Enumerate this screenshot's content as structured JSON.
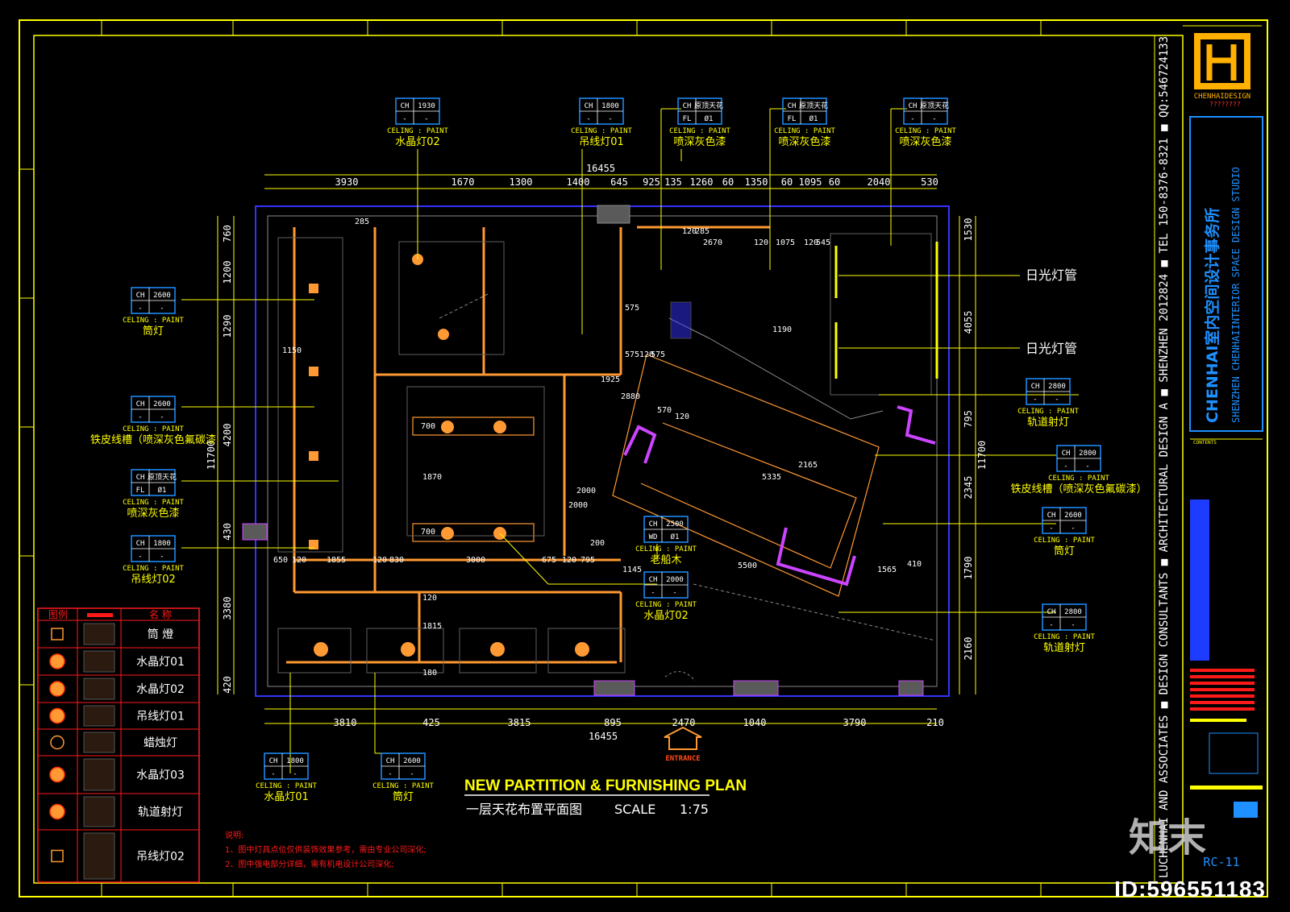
{
  "plan": {
    "title_en": "NEW PARTITION & FURNISHING PLAN",
    "title_cn": "一层天花布置平面图",
    "scale_label": "SCALE",
    "scale_value": "1:75",
    "entrance": "ENTRANCE",
    "sheet_no": "RC-11",
    "image_id": "ID:596551183",
    "watermark_logo": "知末"
  },
  "dimensions": {
    "top_total": "16455",
    "top_segments": [
      "3930",
      "1670",
      "1300",
      "1400",
      "645",
      "925",
      "135",
      "1260",
      "60",
      "1350",
      "60",
      "1095",
      "60",
      "2040",
      "530"
    ],
    "bottom_total": "16455",
    "bottom_segments": [
      "3810",
      "425",
      "3815",
      "895",
      "2470",
      "1040",
      "3790",
      "210"
    ],
    "left_total": "11700",
    "left_segments": [
      "760",
      "1200",
      "1290",
      "4200",
      "430",
      "3380",
      "420"
    ],
    "right_total": "11700",
    "right_segments": [
      "1530",
      "4055",
      "795",
      "2345",
      "1790",
      "2160"
    ],
    "inner": [
      "2670",
      "120",
      "1075",
      "120",
      "545",
      "575",
      "575",
      "120",
      "575",
      "1925",
      "1150",
      "2880",
      "570",
      "120",
      "5335",
      "2165",
      "2000",
      "200",
      "650",
      "120",
      "1855",
      "120",
      "830",
      "3000",
      "675",
      "120",
      "795",
      "1145",
      "5500",
      "1565",
      "410",
      "1190",
      "285",
      "120",
      "285",
      "120",
      "1815",
      "1870",
      "2000",
      "700",
      "700",
      "180"
    ]
  },
  "tags": [
    {
      "ch": "CH",
      "h": "1930",
      "fl": "-",
      "v": "-",
      "note": "CELING : PAINT",
      "name": "水晶灯02"
    },
    {
      "ch": "CH",
      "h": "1800",
      "fl": "-",
      "v": "-",
      "note": "CELING : PAINT",
      "name": "吊线灯01"
    },
    {
      "ch": "CH",
      "h": "原顶天花",
      "fl": "FL",
      "v": "Ø1",
      "note": "CELING : PAINT",
      "name": "喷深灰色漆"
    },
    {
      "ch": "CH",
      "h": "原顶天花",
      "fl": "FL",
      "v": "Ø1",
      "note": "CELING : PAINT",
      "name": "喷深灰色漆"
    },
    {
      "ch": "CH",
      "h": "原顶天花",
      "fl": "-",
      "v": "-",
      "note": "CELING : PAINT",
      "name": "喷深灰色漆"
    },
    {
      "ch": "CH",
      "h": "2600",
      "fl": "-",
      "v": "-",
      "note": "CELING : PAINT",
      "name": "筒灯"
    },
    {
      "ch": "CH",
      "h": "2600",
      "fl": "-",
      "v": "-",
      "note": "CELING : PAINT",
      "name": "铁皮线槽（喷深灰色氟碳漆"
    },
    {
      "ch": "CH",
      "h": "原顶天花",
      "fl": "FL",
      "v": "Ø1",
      "note": "CELING : PAINT",
      "name": "喷深灰色漆"
    },
    {
      "ch": "CH",
      "h": "1800",
      "fl": "-",
      "v": "-",
      "note": "CELING : PAINT",
      "name": "吊线灯02"
    },
    {
      "ch": "CH",
      "h": "2500",
      "fl": "WD",
      "v": "Ø1",
      "note": "CELING : PAINT",
      "name": "老船木"
    },
    {
      "ch": "CH",
      "h": "2000",
      "fl": "-",
      "v": "-",
      "note": "CELING : PAINT",
      "name": "水晶灯02"
    },
    {
      "ch": "CH",
      "h": "2800",
      "fl": "-",
      "v": "-",
      "note": "CELING : PAINT",
      "name": "轨道射灯"
    },
    {
      "ch": "CH",
      "h": "2800",
      "fl": "-",
      "v": "-",
      "note": "CELING : PAINT",
      "name": "铁皮线槽（喷深灰色氟碳漆）"
    },
    {
      "ch": "CH",
      "h": "2600",
      "fl": "-",
      "v": "-",
      "note": "CELING : PAINT",
      "name": "筒灯"
    },
    {
      "ch": "CH",
      "h": "2800",
      "fl": "-",
      "v": "-",
      "note": "CELING : PAINT",
      "name": "轨道射灯"
    },
    {
      "ch": "CH",
      "h": "1800",
      "fl": "-",
      "v": "-",
      "note": "CELING : PAINT",
      "name": "水晶灯01"
    },
    {
      "ch": "CH",
      "h": "2600",
      "fl": "-",
      "v": "-",
      "note": "CELING : PAINT",
      "name": "筒灯"
    }
  ],
  "callouts": [
    "日光灯管",
    "日光灯管"
  ],
  "legend": {
    "header": [
      "图例",
      "名 称"
    ],
    "items": [
      "筒 燈",
      "水晶灯01",
      "水晶灯02",
      "吊线灯01",
      "蜡烛灯",
      "水晶灯03",
      "轨道射灯",
      "吊线灯02"
    ]
  },
  "notes": {
    "title": "说明:",
    "lines": [
      "1、图中灯具点位仅供装饰效果参考，需由专业公司深化;",
      "2、图中强电部分详细，需有机电设计公司深化;"
    ]
  },
  "sidebar": {
    "vertical_text": "LUCHENHAI AND ASSOCIATES ■ DESIGN CONSULTANTS ■ ARCHITECTURAL DESIGN A ■ SHENZHEN 2012824 ■ TEL 150-8376-8321 ■ QQ:546724133",
    "logo_sub": "CHENHAIDESIGN",
    "logo_q": "????????",
    "studio_cn": "CHENHAI室内空间设计事务所",
    "studio_en": "SHENZHEN CHENHAIINTERIOR SPACE DESIGN STUDIO",
    "contents_label": "CONTENTS"
  },
  "colors": {
    "frame": "#ffff00",
    "wall": "#ff9933",
    "outer_wall": "#3333ff",
    "purple": "#cc44ff",
    "tag_blue": "#1e90ff",
    "grey": "#8a8a8a",
    "legend_red": "#ff1a1a",
    "white": "#ffffff"
  }
}
